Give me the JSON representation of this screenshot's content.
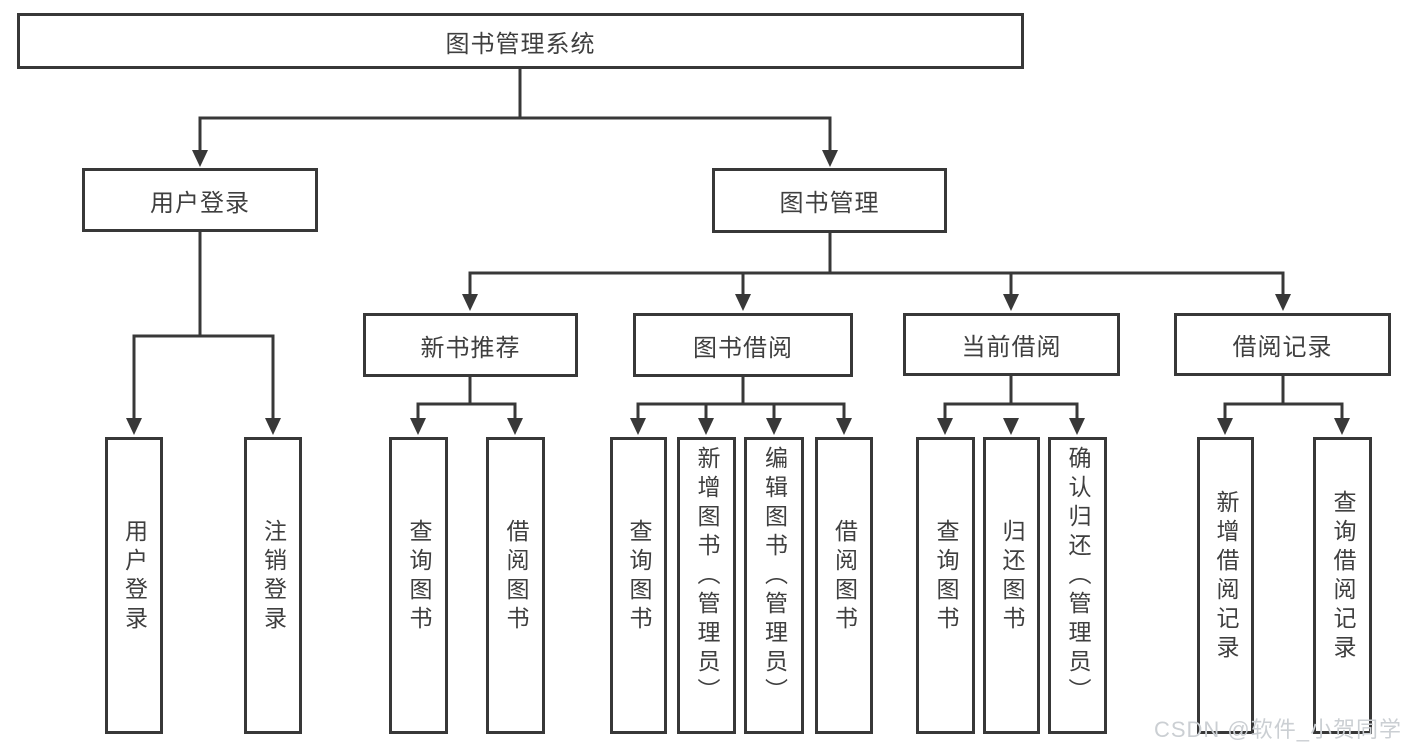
{
  "root": {
    "label": "图书管理系统"
  },
  "level2": [
    {
      "label": "用户登录"
    },
    {
      "label": "图书管理"
    }
  ],
  "level3": [
    {
      "label": "新书推荐"
    },
    {
      "label": "图书借阅"
    },
    {
      "label": "当前借阅"
    },
    {
      "label": "借阅记录"
    }
  ],
  "leaves": [
    {
      "label": "用户登录"
    },
    {
      "label": "注销登录"
    },
    {
      "label": "查询图书"
    },
    {
      "label": "借阅图书"
    },
    {
      "label": "查询图书"
    },
    {
      "label": "新增图书（管理员）"
    },
    {
      "label": "编辑图书（管理员）"
    },
    {
      "label": "借阅图书"
    },
    {
      "label": "查询图书"
    },
    {
      "label": "归还图书"
    },
    {
      "label": "确认归还（管理员）"
    },
    {
      "label": "新增借阅记录"
    },
    {
      "label": "查询借阅记录"
    }
  ],
  "watermark": "CSDN @软件_小贺同学",
  "colors": {
    "line": "#383838",
    "text": "#3f3f3f",
    "watermark": "#cbcfd3",
    "background": "#ffffff"
  }
}
